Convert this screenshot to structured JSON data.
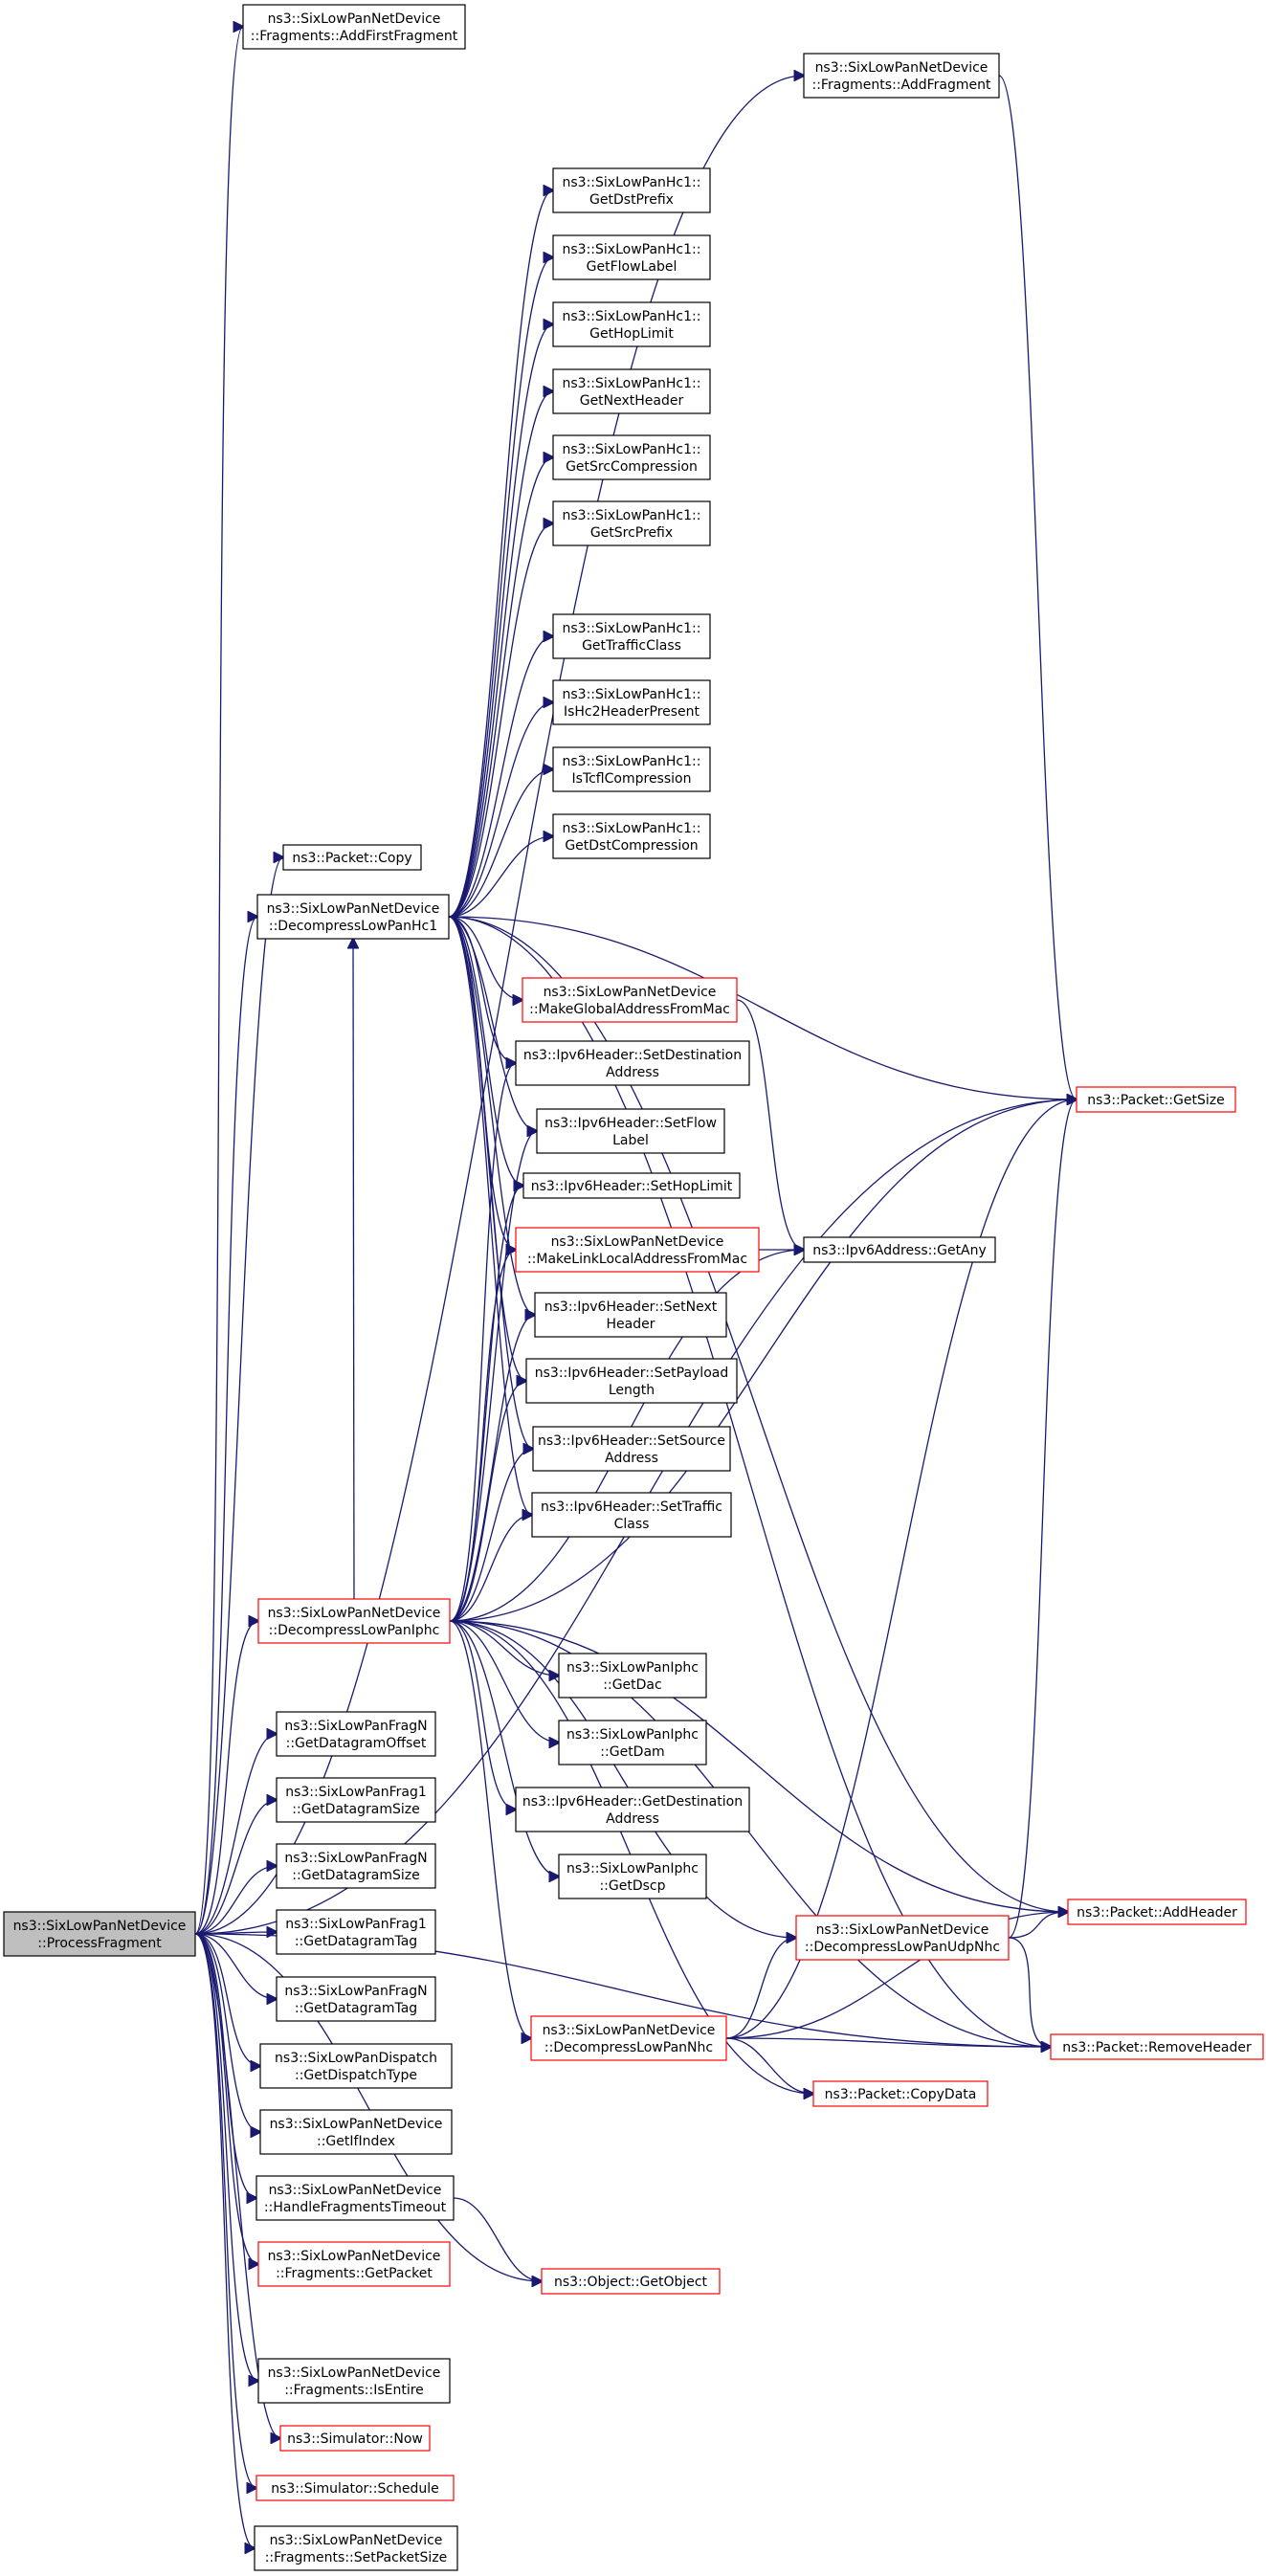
{
  "nodes": [
    {
      "id": "root",
      "lines": [
        "ns3::SixLowPanNetDevice",
        "::ProcessFragment"
      ],
      "style": "root"
    },
    {
      "id": "addFirstFrag",
      "lines": [
        "ns3::SixLowPanNetDevice",
        "::Fragments::AddFirstFragment"
      ],
      "style": "black"
    },
    {
      "id": "addFrag",
      "lines": [
        "ns3::SixLowPanNetDevice",
        "::Fragments::AddFragment"
      ],
      "style": "black"
    },
    {
      "id": "hc1DstPrefix",
      "lines": [
        "ns3::SixLowPanHc1::",
        "GetDstPrefix"
      ],
      "style": "black"
    },
    {
      "id": "hc1FlowLabel",
      "lines": [
        "ns3::SixLowPanHc1::",
        "GetFlowLabel"
      ],
      "style": "black"
    },
    {
      "id": "hc1HopLimit",
      "lines": [
        "ns3::SixLowPanHc1::",
        "GetHopLimit"
      ],
      "style": "black"
    },
    {
      "id": "hc1NextHeader",
      "lines": [
        "ns3::SixLowPanHc1::",
        "GetNextHeader"
      ],
      "style": "black"
    },
    {
      "id": "hc1SrcCompression",
      "lines": [
        "ns3::SixLowPanHc1::",
        "GetSrcCompression"
      ],
      "style": "black"
    },
    {
      "id": "hc1SrcPrefix",
      "lines": [
        "ns3::SixLowPanHc1::",
        "GetSrcPrefix"
      ],
      "style": "black"
    },
    {
      "id": "hc1TrafficClass",
      "lines": [
        "ns3::SixLowPanHc1::",
        "GetTrafficClass"
      ],
      "style": "black"
    },
    {
      "id": "hc1IsHc2",
      "lines": [
        "ns3::SixLowPanHc1::",
        "IsHc2HeaderPresent"
      ],
      "style": "black"
    },
    {
      "id": "hc1IsTcfl",
      "lines": [
        "ns3::SixLowPanHc1::",
        "IsTcflCompression"
      ],
      "style": "black"
    },
    {
      "id": "hc1DstCompression",
      "lines": [
        "ns3::SixLowPanHc1::",
        "GetDstCompression"
      ],
      "style": "black"
    },
    {
      "id": "packetCopy",
      "lines": [
        "ns3::Packet::Copy"
      ],
      "style": "black"
    },
    {
      "id": "decompHc1",
      "lines": [
        "ns3::SixLowPanNetDevice",
        "::DecompressLowPanHc1"
      ],
      "style": "black"
    },
    {
      "id": "makeGlobal",
      "lines": [
        "ns3::SixLowPanNetDevice",
        "::MakeGlobalAddressFromMac"
      ],
      "style": "red"
    },
    {
      "id": "setDstAddr",
      "lines": [
        "ns3::Ipv6Header::SetDestination",
        "Address"
      ],
      "style": "black"
    },
    {
      "id": "setFlowLabel",
      "lines": [
        "ns3::Ipv6Header::SetFlow",
        "Label"
      ],
      "style": "black"
    },
    {
      "id": "setHopLimit",
      "lines": [
        "ns3::Ipv6Header::SetHopLimit"
      ],
      "style": "black"
    },
    {
      "id": "makeLinkLocal",
      "lines": [
        "ns3::SixLowPanNetDevice",
        "::MakeLinkLocalAddressFromMac"
      ],
      "style": "red"
    },
    {
      "id": "setNextHeader",
      "lines": [
        "ns3::Ipv6Header::SetNext",
        "Header"
      ],
      "style": "black"
    },
    {
      "id": "setPayloadLength",
      "lines": [
        "ns3::Ipv6Header::SetPayload",
        "Length"
      ],
      "style": "black"
    },
    {
      "id": "setSrcAddr",
      "lines": [
        "ns3::Ipv6Header::SetSource",
        "Address"
      ],
      "style": "black"
    },
    {
      "id": "setTrafficClass",
      "lines": [
        "ns3::Ipv6Header::SetTraffic",
        "Class"
      ],
      "style": "black"
    },
    {
      "id": "getSize",
      "lines": [
        "ns3::Packet::GetSize"
      ],
      "style": "red"
    },
    {
      "id": "ipv6GetAny",
      "lines": [
        "ns3::Ipv6Address::GetAny"
      ],
      "style": "black"
    },
    {
      "id": "decompIphc",
      "lines": [
        "ns3::SixLowPanNetDevice",
        "::DecompressLowPanIphc"
      ],
      "style": "red"
    },
    {
      "id": "iphcGetDac",
      "lines": [
        "ns3::SixLowPanIphc",
        "::GetDac"
      ],
      "style": "black"
    },
    {
      "id": "iphcGetDam",
      "lines": [
        "ns3::SixLowPanIphc",
        "::GetDam"
      ],
      "style": "black"
    },
    {
      "id": "ipv6GetDst",
      "lines": [
        "ns3::Ipv6Header::GetDestination",
        "Address"
      ],
      "style": "black"
    },
    {
      "id": "iphcGetDscp",
      "lines": [
        "ns3::SixLowPanIphc",
        "::GetDscp"
      ],
      "style": "black"
    },
    {
      "id": "fragNGetOffset",
      "lines": [
        "ns3::SixLowPanFragN",
        "::GetDatagramOffset"
      ],
      "style": "black"
    },
    {
      "id": "frag1GetSize",
      "lines": [
        "ns3::SixLowPanFrag1",
        "::GetDatagramSize"
      ],
      "style": "black"
    },
    {
      "id": "fragNGetSize",
      "lines": [
        "ns3::SixLowPanFragN",
        "::GetDatagramSize"
      ],
      "style": "black"
    },
    {
      "id": "frag1GetTag",
      "lines": [
        "ns3::SixLowPanFrag1",
        "::GetDatagramTag"
      ],
      "style": "black"
    },
    {
      "id": "fragNGetTag",
      "lines": [
        "ns3::SixLowPanFragN",
        "::GetDatagramTag"
      ],
      "style": "black"
    },
    {
      "id": "dispatchType",
      "lines": [
        "ns3::SixLowPanDispatch",
        "::GetDispatchType"
      ],
      "style": "black"
    },
    {
      "id": "getIfIndex",
      "lines": [
        "ns3::SixLowPanNetDevice",
        "::GetIfIndex"
      ],
      "style": "black"
    },
    {
      "id": "handleTimeout",
      "lines": [
        "ns3::SixLowPanNetDevice",
        "::HandleFragmentsTimeout"
      ],
      "style": "black"
    },
    {
      "id": "fragGetPacket",
      "lines": [
        "ns3::SixLowPanNetDevice",
        "::Fragments::GetPacket"
      ],
      "style": "red"
    },
    {
      "id": "fragIsEntire",
      "lines": [
        "ns3::SixLowPanNetDevice",
        "::Fragments::IsEntire"
      ],
      "style": "black"
    },
    {
      "id": "simNow",
      "lines": [
        "ns3::Simulator::Now"
      ],
      "style": "red"
    },
    {
      "id": "simSchedule",
      "lines": [
        "ns3::Simulator::Schedule"
      ],
      "style": "red"
    },
    {
      "id": "fragSetPacketSize",
      "lines": [
        "ns3::SixLowPanNetDevice",
        "::Fragments::SetPacketSize"
      ],
      "style": "black"
    },
    {
      "id": "decompUdpNhc",
      "lines": [
        "ns3::SixLowPanNetDevice",
        "::DecompressLowPanUdpNhc"
      ],
      "style": "red"
    },
    {
      "id": "decompNhc",
      "lines": [
        "ns3::SixLowPanNetDevice",
        "::DecompressLowPanNhc"
      ],
      "style": "red"
    },
    {
      "id": "addHeader",
      "lines": [
        "ns3::Packet::AddHeader"
      ],
      "style": "red"
    },
    {
      "id": "removeHeader",
      "lines": [
        "ns3::Packet::RemoveHeader"
      ],
      "style": "red"
    },
    {
      "id": "copyData",
      "lines": [
        "ns3::Packet::CopyData"
      ],
      "style": "red"
    },
    {
      "id": "getObject",
      "lines": [
        "ns3::Object::GetObject"
      ],
      "style": "red"
    }
  ],
  "edges": [
    [
      "root",
      "addFirstFrag"
    ],
    [
      "root",
      "addFrag"
    ],
    [
      "root",
      "getSize"
    ],
    [
      "root",
      "packetCopy"
    ],
    [
      "root",
      "decompHc1"
    ],
    [
      "root",
      "decompIphc"
    ],
    [
      "root",
      "fragNGetOffset"
    ],
    [
      "root",
      "frag1GetSize"
    ],
    [
      "root",
      "fragNGetSize"
    ],
    [
      "root",
      "frag1GetTag"
    ],
    [
      "root",
      "fragNGetTag"
    ],
    [
      "root",
      "dispatchType"
    ],
    [
      "root",
      "getIfIndex"
    ],
    [
      "root",
      "handleTimeout"
    ],
    [
      "root",
      "fragGetPacket"
    ],
    [
      "root",
      "getObject"
    ],
    [
      "root",
      "fragIsEntire"
    ],
    [
      "root",
      "simNow"
    ],
    [
      "root",
      "simSchedule"
    ],
    [
      "root",
      "fragSetPacketSize"
    ],
    [
      "root",
      "removeHeader"
    ],
    [
      "addFrag",
      "getSize"
    ],
    [
      "decompHc1",
      "hc1DstPrefix"
    ],
    [
      "decompHc1",
      "hc1FlowLabel"
    ],
    [
      "decompHc1",
      "hc1HopLimit"
    ],
    [
      "decompHc1",
      "hc1NextHeader"
    ],
    [
      "decompHc1",
      "hc1SrcCompression"
    ],
    [
      "decompHc1",
      "hc1SrcPrefix"
    ],
    [
      "decompHc1",
      "hc1TrafficClass"
    ],
    [
      "decompHc1",
      "hc1IsHc2"
    ],
    [
      "decompHc1",
      "hc1IsTcfl"
    ],
    [
      "decompHc1",
      "hc1DstCompression"
    ],
    [
      "decompHc1",
      "getSize"
    ],
    [
      "decompHc1",
      "makeGlobal"
    ],
    [
      "decompHc1",
      "setDstAddr"
    ],
    [
      "decompHc1",
      "setFlowLabel"
    ],
    [
      "decompHc1",
      "setHopLimit"
    ],
    [
      "decompHc1",
      "makeLinkLocal"
    ],
    [
      "decompHc1",
      "setNextHeader"
    ],
    [
      "decompHc1",
      "setPayloadLength"
    ],
    [
      "decompHc1",
      "setSrcAddr"
    ],
    [
      "decompHc1",
      "setTrafficClass"
    ],
    [
      "decompHc1",
      "addHeader"
    ],
    [
      "decompHc1",
      "removeHeader"
    ],
    [
      "makeGlobal",
      "ipv6GetAny"
    ],
    [
      "makeLinkLocal",
      "ipv6GetAny"
    ],
    [
      "decompIphc",
      "decompHc1"
    ],
    [
      "decompIphc",
      "getSize"
    ],
    [
      "decompIphc",
      "ipv6GetAny"
    ],
    [
      "decompIphc",
      "setDstAddr"
    ],
    [
      "decompIphc",
      "setFlowLabel"
    ],
    [
      "decompIphc",
      "setHopLimit"
    ],
    [
      "decompIphc",
      "makeLinkLocal"
    ],
    [
      "decompIphc",
      "setNextHeader"
    ],
    [
      "decompIphc",
      "setPayloadLength"
    ],
    [
      "decompIphc",
      "setSrcAddr"
    ],
    [
      "decompIphc",
      "setTrafficClass"
    ],
    [
      "decompIphc",
      "iphcGetDac"
    ],
    [
      "decompIphc",
      "iphcGetDam"
    ],
    [
      "decompIphc",
      "ipv6GetDst"
    ],
    [
      "decompIphc",
      "iphcGetDscp"
    ],
    [
      "decompIphc",
      "addHeader"
    ],
    [
      "decompIphc",
      "decompUdpNhc"
    ],
    [
      "decompIphc",
      "decompNhc"
    ],
    [
      "decompIphc",
      "copyData"
    ],
    [
      "decompIphc",
      "removeHeader"
    ],
    [
      "decompUdpNhc",
      "addHeader"
    ],
    [
      "decompUdpNhc",
      "getSize"
    ],
    [
      "decompUdpNhc",
      "removeHeader"
    ],
    [
      "decompNhc",
      "getSize"
    ],
    [
      "decompNhc",
      "addHeader"
    ],
    [
      "decompNhc",
      "removeHeader"
    ],
    [
      "decompNhc",
      "copyData"
    ],
    [
      "decompNhc",
      "decompUdpNhc"
    ],
    [
      "handleTimeout",
      "getObject"
    ]
  ]
}
